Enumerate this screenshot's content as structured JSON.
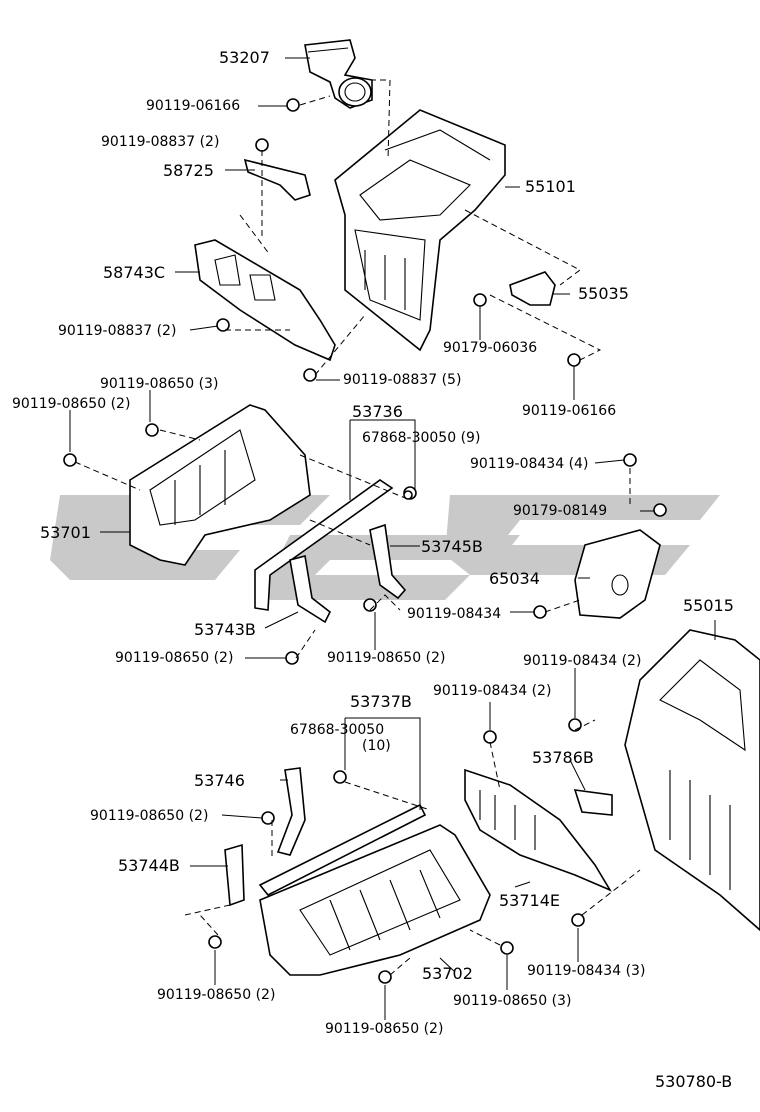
{
  "diagram_code": "530780-B",
  "labels": {
    "p53207": "53207",
    "p90119_06166_a": "90119-06166",
    "p90119_08837_2a": "90119-08837 (2)",
    "p58725": "58725",
    "p55101": "55101",
    "p58743C": "58743C",
    "p55035": "55035",
    "p90119_08837_2b": "90119-08837 (2)",
    "p90179_06036": "90179-06036",
    "p90119_08837_5": "90119-08837 (5)",
    "p90119_06166_b": "90119-06166",
    "p90119_08650_3a": "90119-08650 (3)",
    "p90119_08650_2a": "90119-08650 (2)",
    "p53736": "53736",
    "p67868_30050_9": "67868-30050 (9)",
    "p90119_08434_4": "90119-08434 (4)",
    "p53701": "53701",
    "p90179_08149": "90179-08149",
    "p53745B": "53745B",
    "p65034": "65034",
    "p90119_08434_a": "90119-08434",
    "p55015": "55015",
    "p53743B": "53743B",
    "p90119_08650_2b": "90119-08650 (2)",
    "p90119_08650_2c": "90119-08650 (2)",
    "p90119_08434_2a": "90119-08434 (2)",
    "p53737B": "53737B",
    "p90119_08434_2b": "90119-08434 (2)",
    "p67868_30050_top": "67868-30050",
    "p67868_30050_qty": "(10)",
    "p53746": "53746",
    "p53786B": "53786B",
    "p90119_08650_2d": "90119-08650 (2)",
    "p53744B": "53744B",
    "p53714E": "53714E",
    "p53702": "53702",
    "p90119_08434_3": "90119-08434 (3)",
    "p90119_08650_2e": "90119-08650 (2)",
    "p90119_08650_3b": "90119-08650 (3)",
    "p90119_08650_2f": "90119-08650 (2)"
  }
}
